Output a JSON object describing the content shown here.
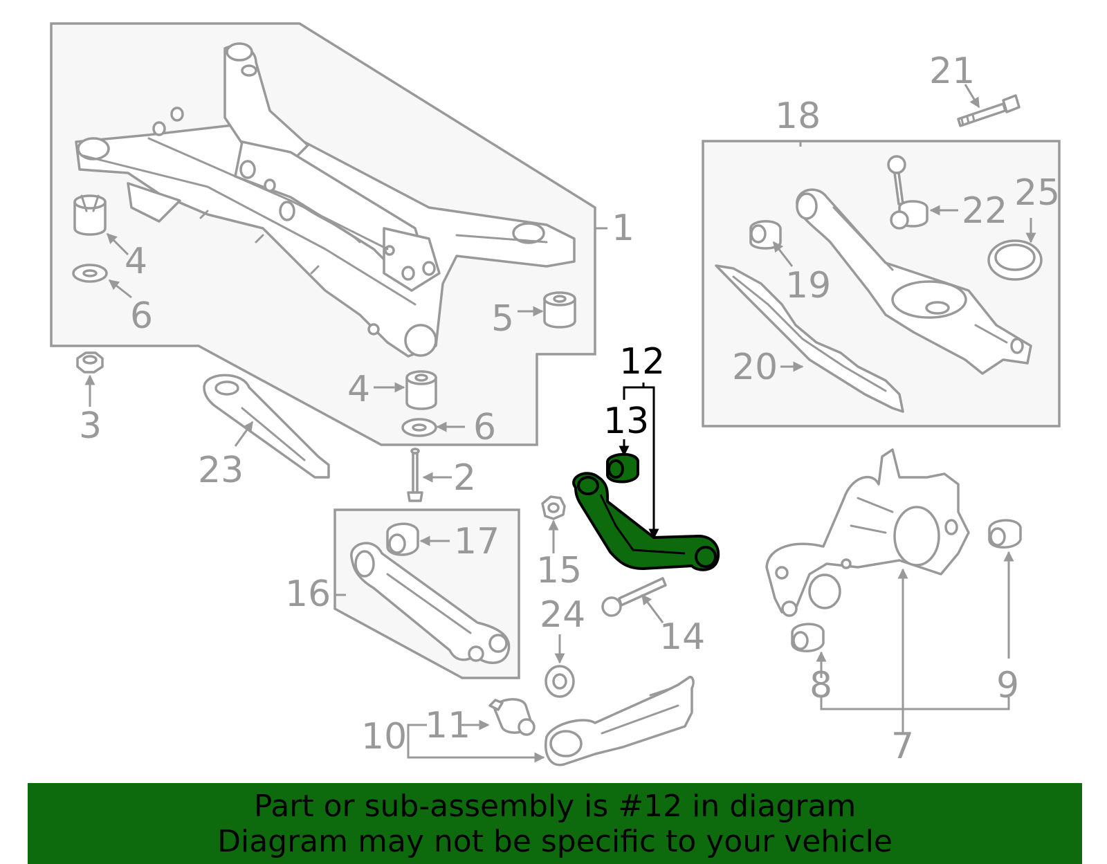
{
  "diagram": {
    "highlight_color": "#0d6b0d",
    "callouts": [
      "1",
      "2",
      "3",
      "4",
      "4",
      "5",
      "6",
      "6",
      "7",
      "8",
      "9",
      "10",
      "11",
      "12",
      "13",
      "14",
      "15",
      "16",
      "17",
      "18",
      "19",
      "20",
      "21",
      "22",
      "23",
      "24",
      "25"
    ],
    "highlighted_part": "12"
  },
  "banner": {
    "line1": "Part or sub-assembly is #12 in diagram",
    "line2": "Diagram may not be specific to your vehicle"
  }
}
